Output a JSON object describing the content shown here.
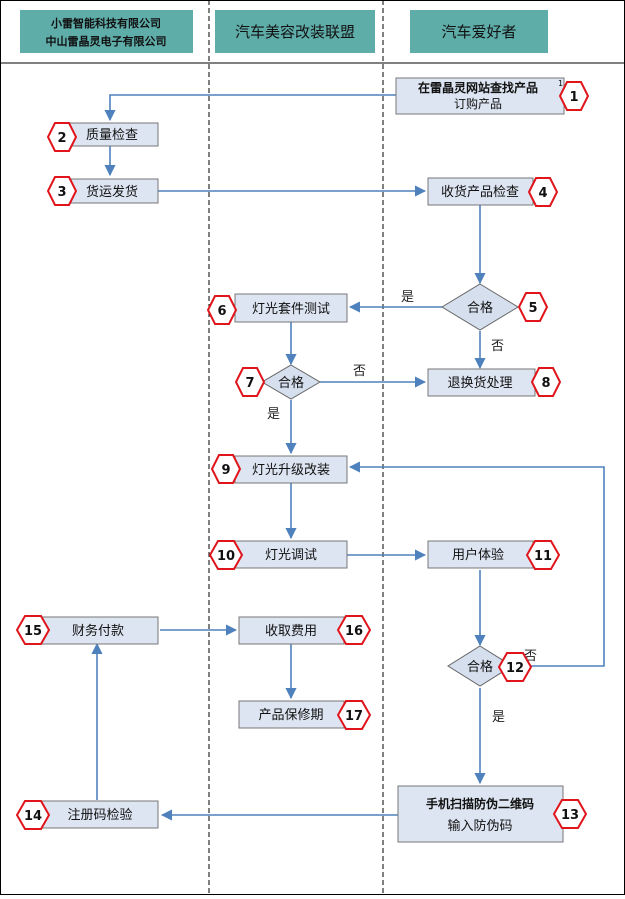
{
  "lanes": {
    "company_line1": "小雷智能科技有限公司",
    "company_line2": "中山雷晶灵电子有限公司",
    "alliance": "汽车美容改装联盟",
    "enthusiast": "汽车爱好者"
  },
  "steps": {
    "s1_line1": "在雷晶灵网站查找产品",
    "s1_sup": "1",
    "s1_line2": "订购产品",
    "s2": "质量检查",
    "s3": "货运发货",
    "s4": "收货产品检查",
    "s6": "灯光套件测试",
    "s8": "退换货处理",
    "s9": "灯光升级改装",
    "s10": "灯光调试",
    "s11": "用户体验",
    "s13_line1": "手机扫描防伪二维码",
    "s13_line2": "输入防伪码",
    "s14": "注册码检验",
    "s15": "财务付款",
    "s16": "收取费用",
    "s17": "产品保修期"
  },
  "decisions": {
    "d5": "合格",
    "d7": "合格",
    "d12": "合格"
  },
  "edge_labels": {
    "yes": "是",
    "no": "否"
  },
  "badges": [
    "1",
    "2",
    "3",
    "4",
    "5",
    "6",
    "7",
    "8",
    "9",
    "10",
    "11",
    "12",
    "13",
    "14",
    "15",
    "16",
    "17"
  ],
  "colors": {
    "lane_header_fill": "#5fada9",
    "box_fill": "#dde5f2",
    "decision_fill": "#d6dfee",
    "arrow": "#4f81bd",
    "badge_border": "#e0151b"
  }
}
